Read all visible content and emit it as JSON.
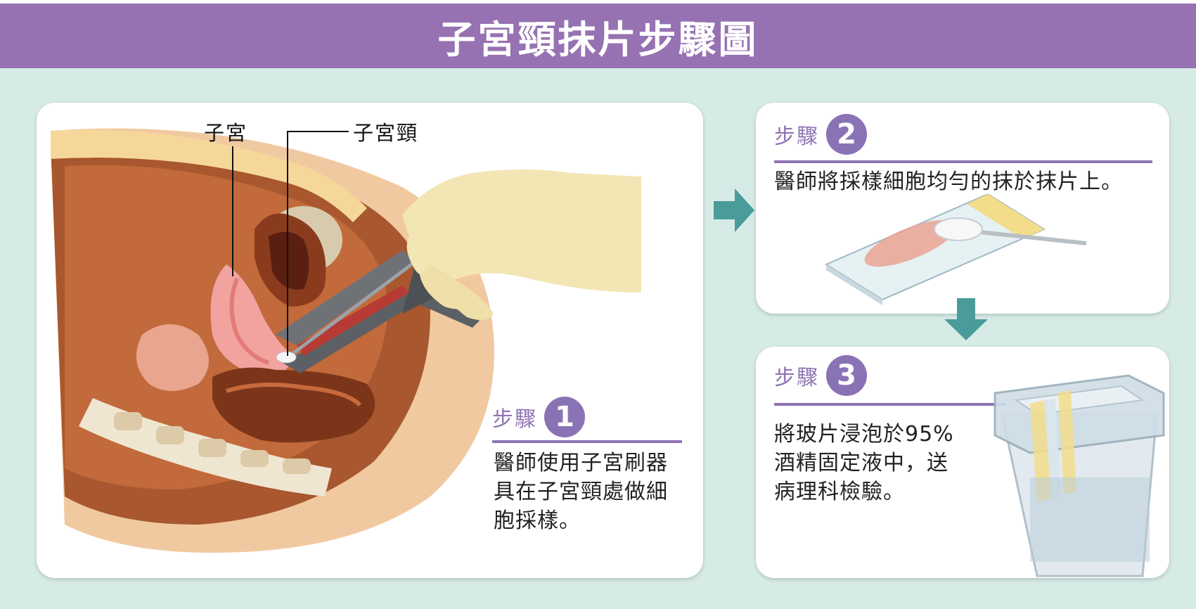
{
  "title": "子宮頸抹片步驟圖",
  "colors": {
    "header": "#9672b2",
    "accent": "#8e73b2",
    "background": "#d7ebe6",
    "arrow": "#4a9c9a"
  },
  "step1": {
    "word": "步驟",
    "number": "1",
    "text": "醫師使用子宮刷器\n具在子宮頸處做細\n胞採樣。",
    "labels": {
      "uterus": "子宮",
      "cervix": "子宮頸"
    }
  },
  "step2": {
    "word": "步驟",
    "number": "2",
    "text": "醫師將採樣細胞均勻的抹於抹片上。"
  },
  "step3": {
    "word": "步驟",
    "number": "3",
    "text": "將玻片浸泡於95%\n酒精固定液中，送\n病理科檢驗。"
  }
}
